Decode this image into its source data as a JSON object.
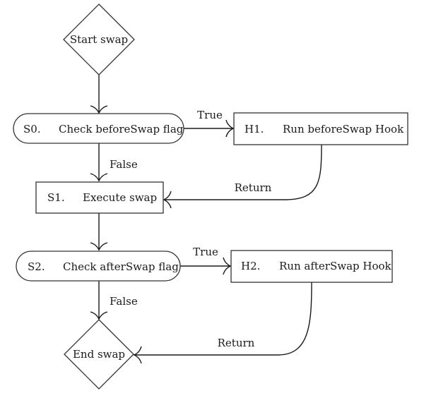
{
  "nodes": {
    "start": {
      "label": "Start swap"
    },
    "s0": {
      "id": "S0.",
      "label": "Check beforeSwap flag"
    },
    "h1": {
      "id": "H1.",
      "label": "Run beforeSwap Hook"
    },
    "s1": {
      "id": "S1.",
      "label": "Execute swap"
    },
    "s2": {
      "id": "S2.",
      "label": "Check afterSwap flag"
    },
    "h2": {
      "id": "H2.",
      "label": "Run afterSwap Hook"
    },
    "end": {
      "label": "End swap"
    }
  },
  "edges": {
    "s0_h1": "True",
    "s0_s1": "False",
    "h1_s1": "Return",
    "s2_h2": "True",
    "s2_end": "False",
    "h2_end": "Return"
  }
}
